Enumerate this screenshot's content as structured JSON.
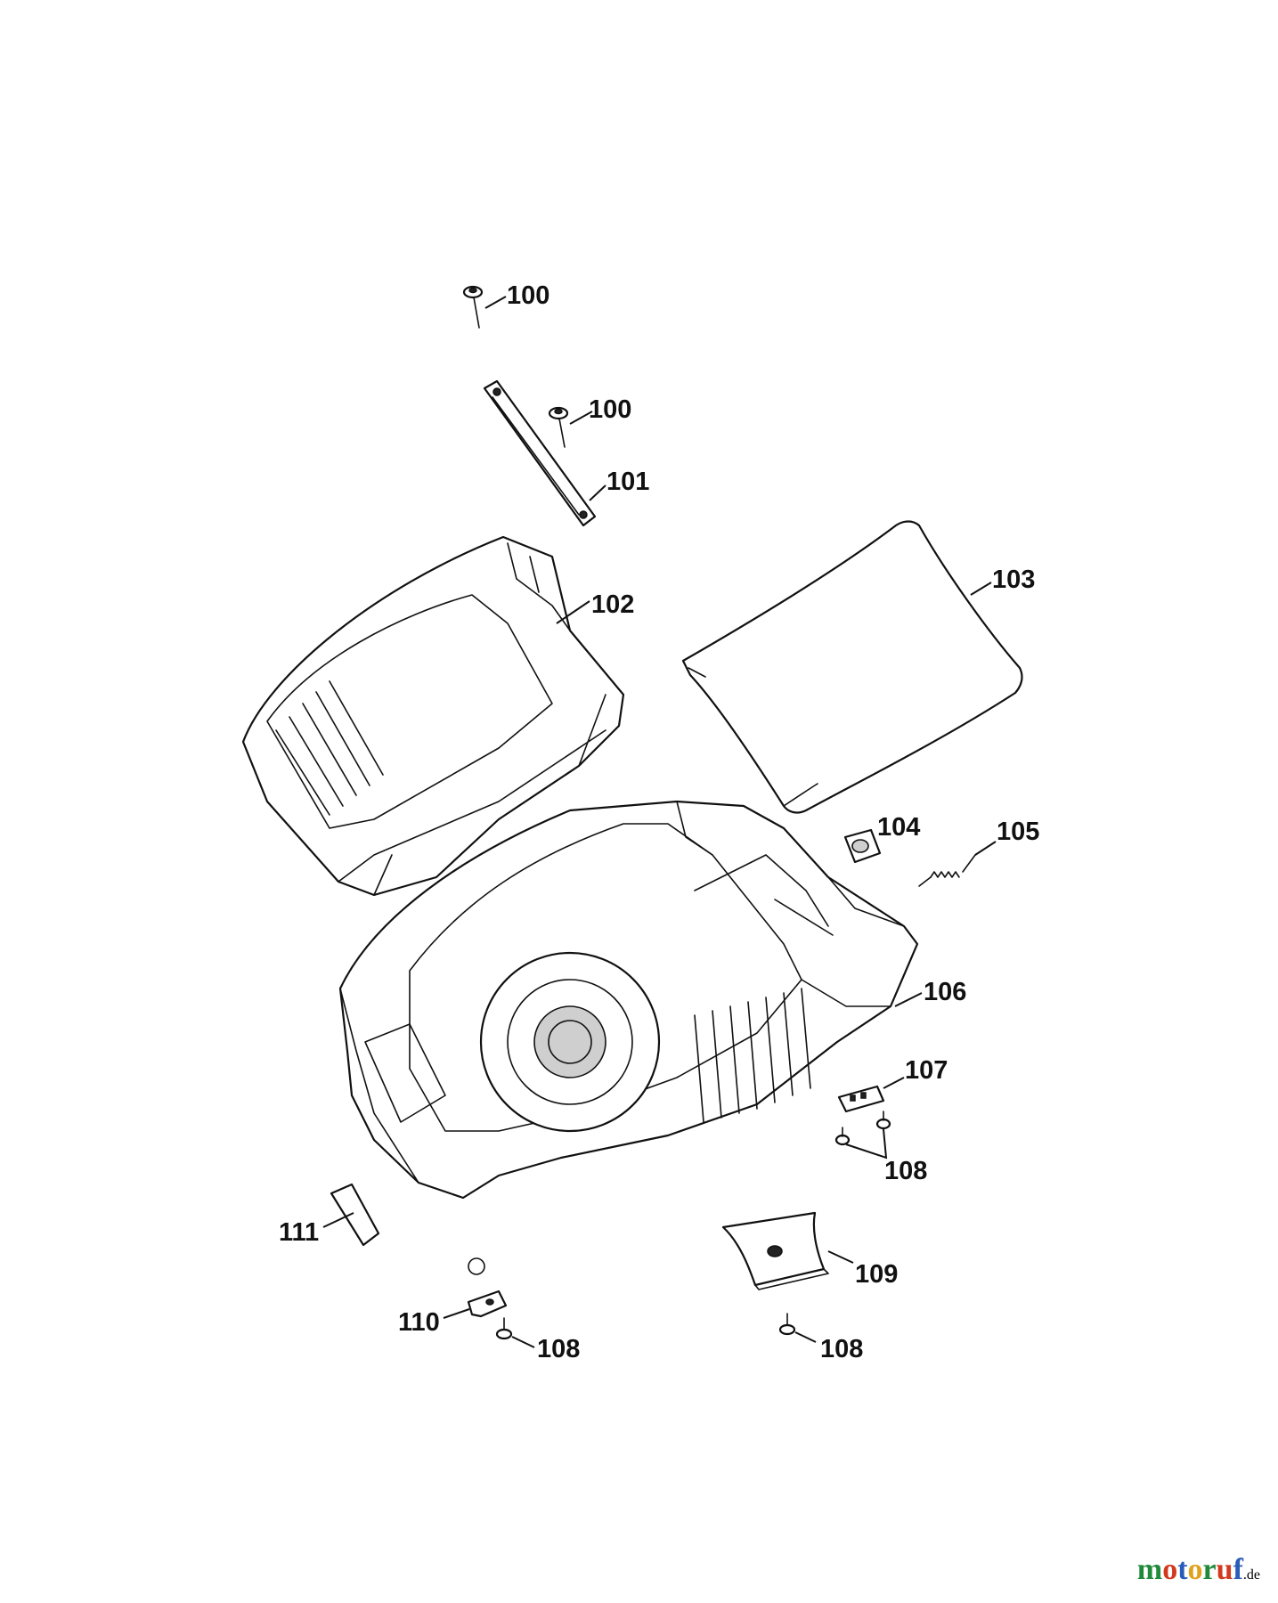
{
  "labels": {
    "l100a": "100",
    "l100b": "100",
    "l101": "101",
    "l102": "102",
    "l103": "103",
    "l104": "104",
    "l105": "105",
    "l106": "106",
    "l107": "107",
    "l108a": "108",
    "l108b": "108",
    "l108c": "108",
    "l109": "109",
    "l110": "110",
    "l111": "111"
  },
  "watermark": {
    "brand": "motoruf",
    "tld": ".de",
    "colors": [
      "#1f8a3a",
      "#d13a1e",
      "#2a5bb8",
      "#e0a21c"
    ]
  }
}
